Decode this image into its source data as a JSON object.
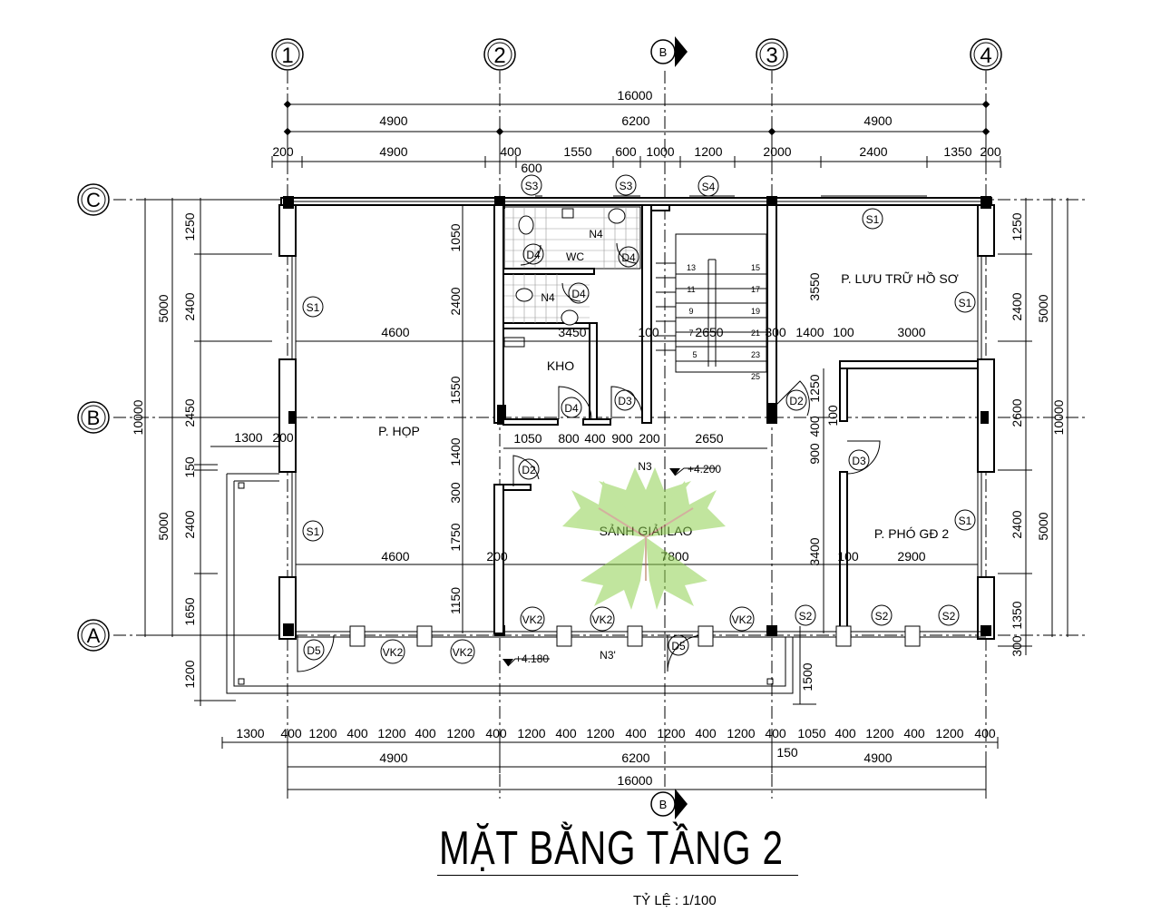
{
  "title": "MẶT BẰNG TẦNG 2",
  "scale": "TỶ LỆ : 1/100",
  "grid_axes": {
    "numbered": [
      "1",
      "2",
      "3",
      "4"
    ],
    "lettered": [
      "A",
      "B",
      "C"
    ],
    "section": "B"
  },
  "dimensions": {
    "top_total": "16000",
    "top_spans": [
      "4900",
      "6200",
      "4900"
    ],
    "top_detail": [
      "200",
      "4900",
      "400",
      "1550",
      "600",
      "1000",
      "1200",
      "2000",
      "2400",
      "1350",
      "200"
    ],
    "top_sub": "600",
    "bottom_detail": [
      "1300",
      "400",
      "1200",
      "400",
      "1200",
      "400",
      "1200",
      "400",
      "1200",
      "400",
      "1200",
      "400",
      "1200",
      "400",
      "1200",
      "400",
      "1050",
      "400",
      "1200",
      "400",
      "1200",
      "400"
    ],
    "bottom_sub": "150",
    "bottom_spans": [
      "4900",
      "6200",
      "4900"
    ],
    "bottom_total": "16000",
    "left_total": "10000",
    "left_spans": [
      "5000",
      "5000"
    ],
    "left_detail": [
      "1250",
      "2400",
      "2450",
      "150",
      "2400",
      "1650",
      "1200"
    ],
    "right_total": "10000",
    "right_spans": [
      "5000",
      "5000"
    ],
    "right_detail": [
      "1250",
      "2400",
      "2600",
      "2400",
      "1350",
      "300"
    ],
    "interior": {
      "meeting_width": "4600",
      "meeting_width_2": "4600",
      "col2_up": [
        "1050",
        "2400",
        "1550",
        "1400",
        "300",
        "1750",
        "1150"
      ],
      "wc_row": [
        "3450",
        "100",
        "2650",
        "300",
        "1400",
        "100",
        "3000"
      ],
      "hall_row": [
        "1050",
        "800",
        "400",
        "900",
        "200",
        "2650"
      ],
      "balcony_left": [
        "1300",
        "200"
      ],
      "lobby_width": "7800",
      "lobby_left": "200",
      "right_room_row": [
        "100",
        "2900"
      ],
      "right_col": [
        "1250",
        "100",
        "900",
        "400",
        "3400"
      ],
      "balcony_depth": "1500"
    }
  },
  "rooms": {
    "meeting": "P. HỌP",
    "storage": "KHO",
    "wc": "WC",
    "archive": "P. LƯU TRỮ HỒ SƠ",
    "lobby": "SẢNH GIẢI LAO",
    "deputy": "P. PHÓ GĐ 2"
  },
  "tags": {
    "S1": "S1",
    "S2": "S2",
    "S3": "S3",
    "S4": "S4",
    "D2": "D2",
    "D3": "D3",
    "D4": "D4",
    "D5": "D5",
    "VK2": "VK2",
    "N3": "N3",
    "N3p": "N3'",
    "N4": "N4"
  },
  "levels": {
    "lobby": "+4.200",
    "balcony": "+4.180"
  },
  "stair_steps": [
    "13",
    "11",
    "9",
    "7",
    "5",
    "15",
    "17",
    "19",
    "21",
    "23",
    "25"
  ]
}
